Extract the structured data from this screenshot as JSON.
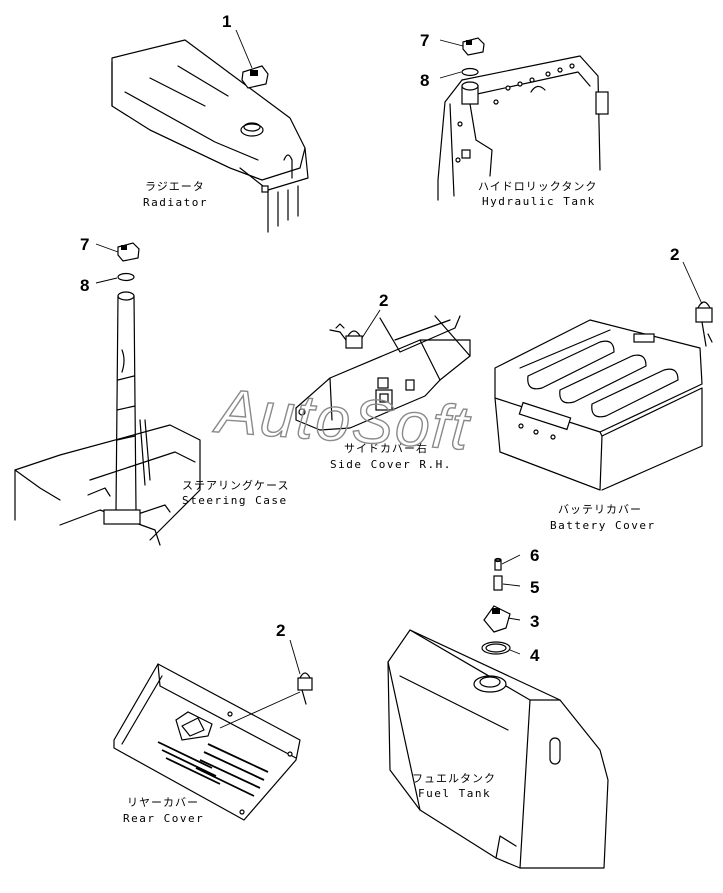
{
  "watermark": "AutoSoft",
  "parts": [
    {
      "id": "radiator",
      "ja": "ラジエータ",
      "en": "Radiator"
    },
    {
      "id": "hydraulic-tank",
      "ja": "ハイドロリックタンク",
      "en": "Hydraulic Tank"
    },
    {
      "id": "steering-case",
      "ja": "ステアリングケース",
      "en": "Steering Case"
    },
    {
      "id": "side-cover",
      "ja": "サイドカバー右",
      "en": "Side Cover R.H."
    },
    {
      "id": "battery-cover",
      "ja": "バッテリカバー",
      "en": "Battery Cover"
    },
    {
      "id": "rear-cover",
      "ja": "リヤーカバー",
      "en": "Rear Cover"
    },
    {
      "id": "fuel-tank",
      "ja": "フュエルタンク",
      "en": "Fuel Tank"
    }
  ],
  "callouts": {
    "radiator_cap": "1",
    "hyd_cap": "7",
    "hyd_ring": "8",
    "steer_cap": "7",
    "steer_ring": "8",
    "side_lock": "2",
    "battery_lock": "2",
    "rear_lock": "2",
    "fuel_6": "6",
    "fuel_5": "5",
    "fuel_3": "3",
    "fuel_4": "4"
  }
}
